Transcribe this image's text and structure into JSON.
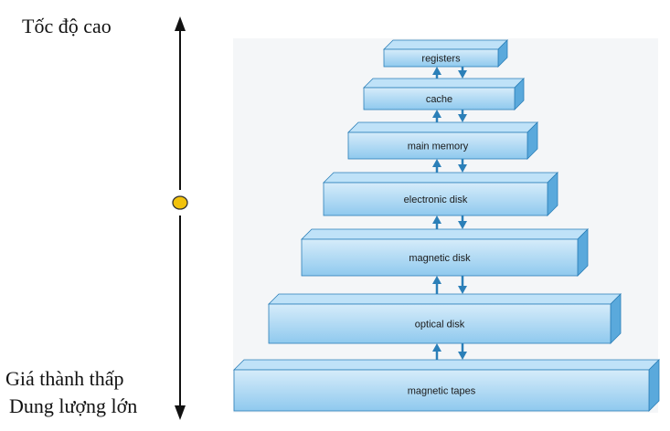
{
  "left_labels": {
    "top": "Tốc độ cao",
    "bottom_line1": "Giá thành thấp",
    "bottom_line2": "Dung lượng lớn"
  },
  "hierarchy": [
    {
      "label": "registers"
    },
    {
      "label": "cache"
    },
    {
      "label": "main memory"
    },
    {
      "label": "electronic disk"
    },
    {
      "label": "magnetic disk"
    },
    {
      "label": "optical disk"
    },
    {
      "label": "magnetic tapes"
    }
  ],
  "colors": {
    "box_front_top": "#d6ecfa",
    "box_front_bottom": "#8fc9ee",
    "box_top_face": "#bfe2f8",
    "box_side_face": "#5aa9dc",
    "box_border": "#2b7fb8",
    "axis": "#111111",
    "marker": "#f2c20c"
  }
}
